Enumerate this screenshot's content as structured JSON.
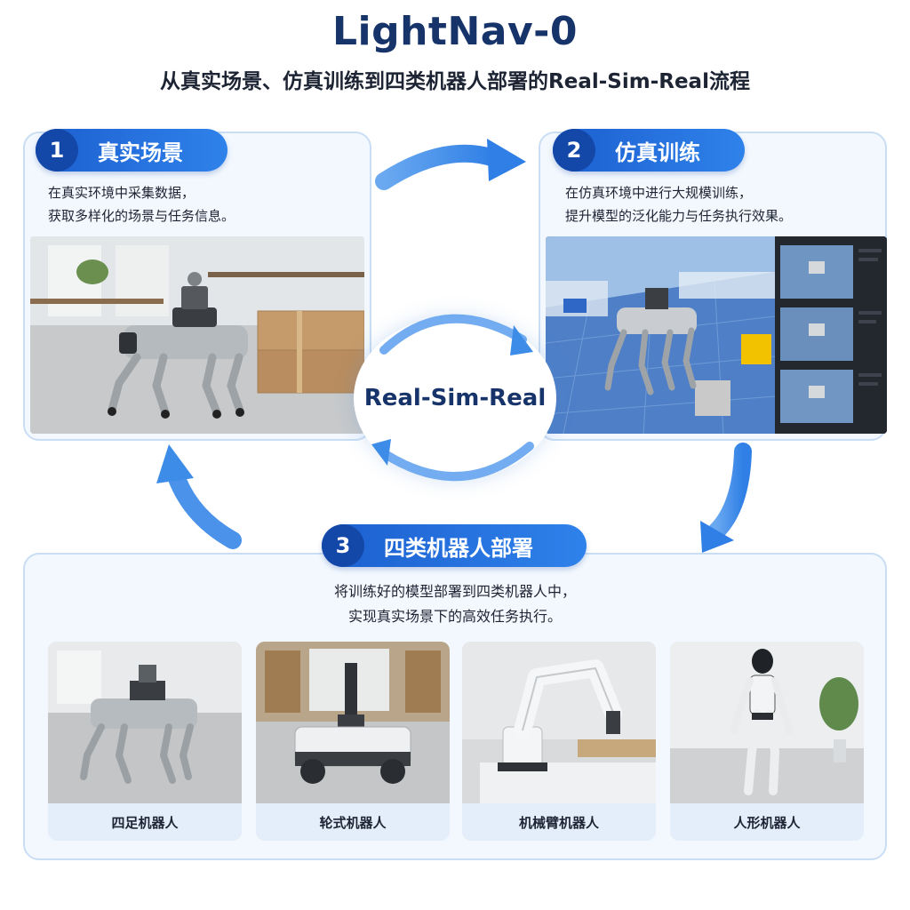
{
  "header": {
    "title": "LightNav-0",
    "subtitle": "从真实场景、仿真训练到四类机器人部署的Real-Sim-Real流程"
  },
  "steps": [
    {
      "number": "1",
      "label": "真实场景",
      "desc_lines": [
        "在真实环境中采集数据，",
        "获取多样化的场景与任务信息。"
      ]
    },
    {
      "number": "2",
      "label": "仿真训练",
      "desc_lines": [
        "在仿真环境中进行大规模训练，",
        "提升模型的泛化能力与任务执行效果。"
      ]
    },
    {
      "number": "3",
      "label": "四类机器人部署",
      "desc_lines": [
        "将训练好的模型部署到四类机器人中，",
        "实现真实场景下的高效任务执行。"
      ]
    }
  ],
  "cycle_label": "Real-Sim-Real",
  "robots": [
    {
      "label": "四足机器人",
      "icon": "quadruped-robot-icon"
    },
    {
      "label": "轮式机器人",
      "icon": "wheeled-robot-icon"
    },
    {
      "label": "机械臂机器人",
      "icon": "robot-arm-icon"
    },
    {
      "label": "人形机器人",
      "icon": "humanoid-robot-icon"
    }
  ],
  "colors": {
    "accent": "#2f82ea",
    "accent_dark": "#1448a8",
    "title": "#17346a",
    "panel_bg": "#f3f8fe",
    "panel_border": "#c9ddf4",
    "arrow": "#3d8de8"
  }
}
